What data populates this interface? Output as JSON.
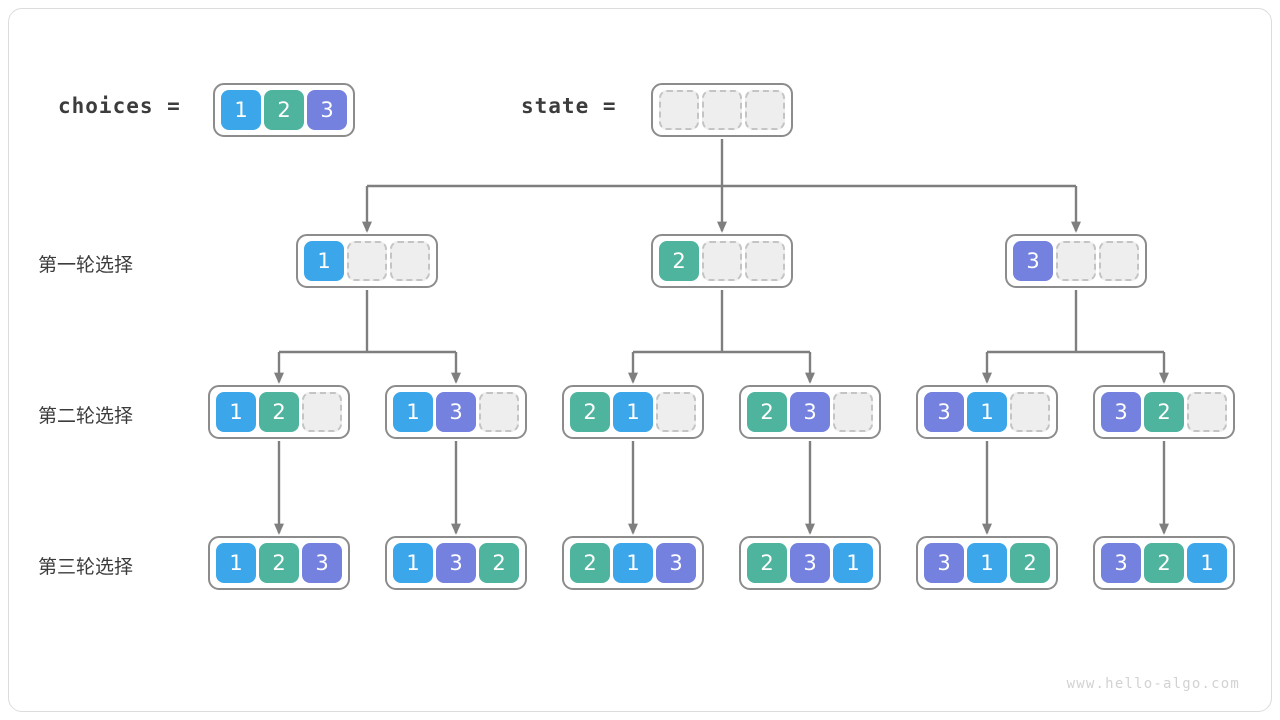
{
  "diagram": {
    "title_watermark": "www.hello-algo.com",
    "colors": {
      "value_1": "#3BA7EA",
      "value_2": "#4EB49D",
      "value_3": "#7481DE",
      "empty_cell_bg": "#EEEEEE",
      "empty_cell_border": "#C4C4C4",
      "array_border": "#8C8C8C",
      "link": "#7F7F7F",
      "text": "#3C3C3C",
      "watermark": "#D2D2D2",
      "frame_border": "#DCDCDC"
    },
    "header": {
      "choices_label": "choices  =",
      "choices_values": [
        "1",
        "2",
        "3"
      ],
      "state_label": "state  =",
      "state_values": [
        "",
        "",
        ""
      ]
    },
    "row_labels": {
      "round1": "第一轮选择",
      "round2": "第二轮选择",
      "round3": "第三轮选择"
    },
    "rows": [
      {
        "id": "round1",
        "nodes": [
          {
            "values": [
              "1",
              "",
              ""
            ]
          },
          {
            "values": [
              "2",
              "",
              ""
            ]
          },
          {
            "values": [
              "3",
              "",
              ""
            ]
          }
        ]
      },
      {
        "id": "round2",
        "nodes": [
          {
            "values": [
              "1",
              "2",
              ""
            ]
          },
          {
            "values": [
              "1",
              "3",
              ""
            ]
          },
          {
            "values": [
              "2",
              "1",
              ""
            ]
          },
          {
            "values": [
              "2",
              "3",
              ""
            ]
          },
          {
            "values": [
              "3",
              "1",
              ""
            ]
          },
          {
            "values": [
              "3",
              "2",
              ""
            ]
          }
        ]
      },
      {
        "id": "round3",
        "nodes": [
          {
            "values": [
              "1",
              "2",
              "3"
            ]
          },
          {
            "values": [
              "1",
              "3",
              "2"
            ]
          },
          {
            "values": [
              "2",
              "1",
              "3"
            ]
          },
          {
            "values": [
              "2",
              "3",
              "1"
            ]
          },
          {
            "values": [
              "3",
              "1",
              "2"
            ]
          },
          {
            "values": [
              "3",
              "2",
              "1"
            ]
          }
        ]
      }
    ]
  }
}
